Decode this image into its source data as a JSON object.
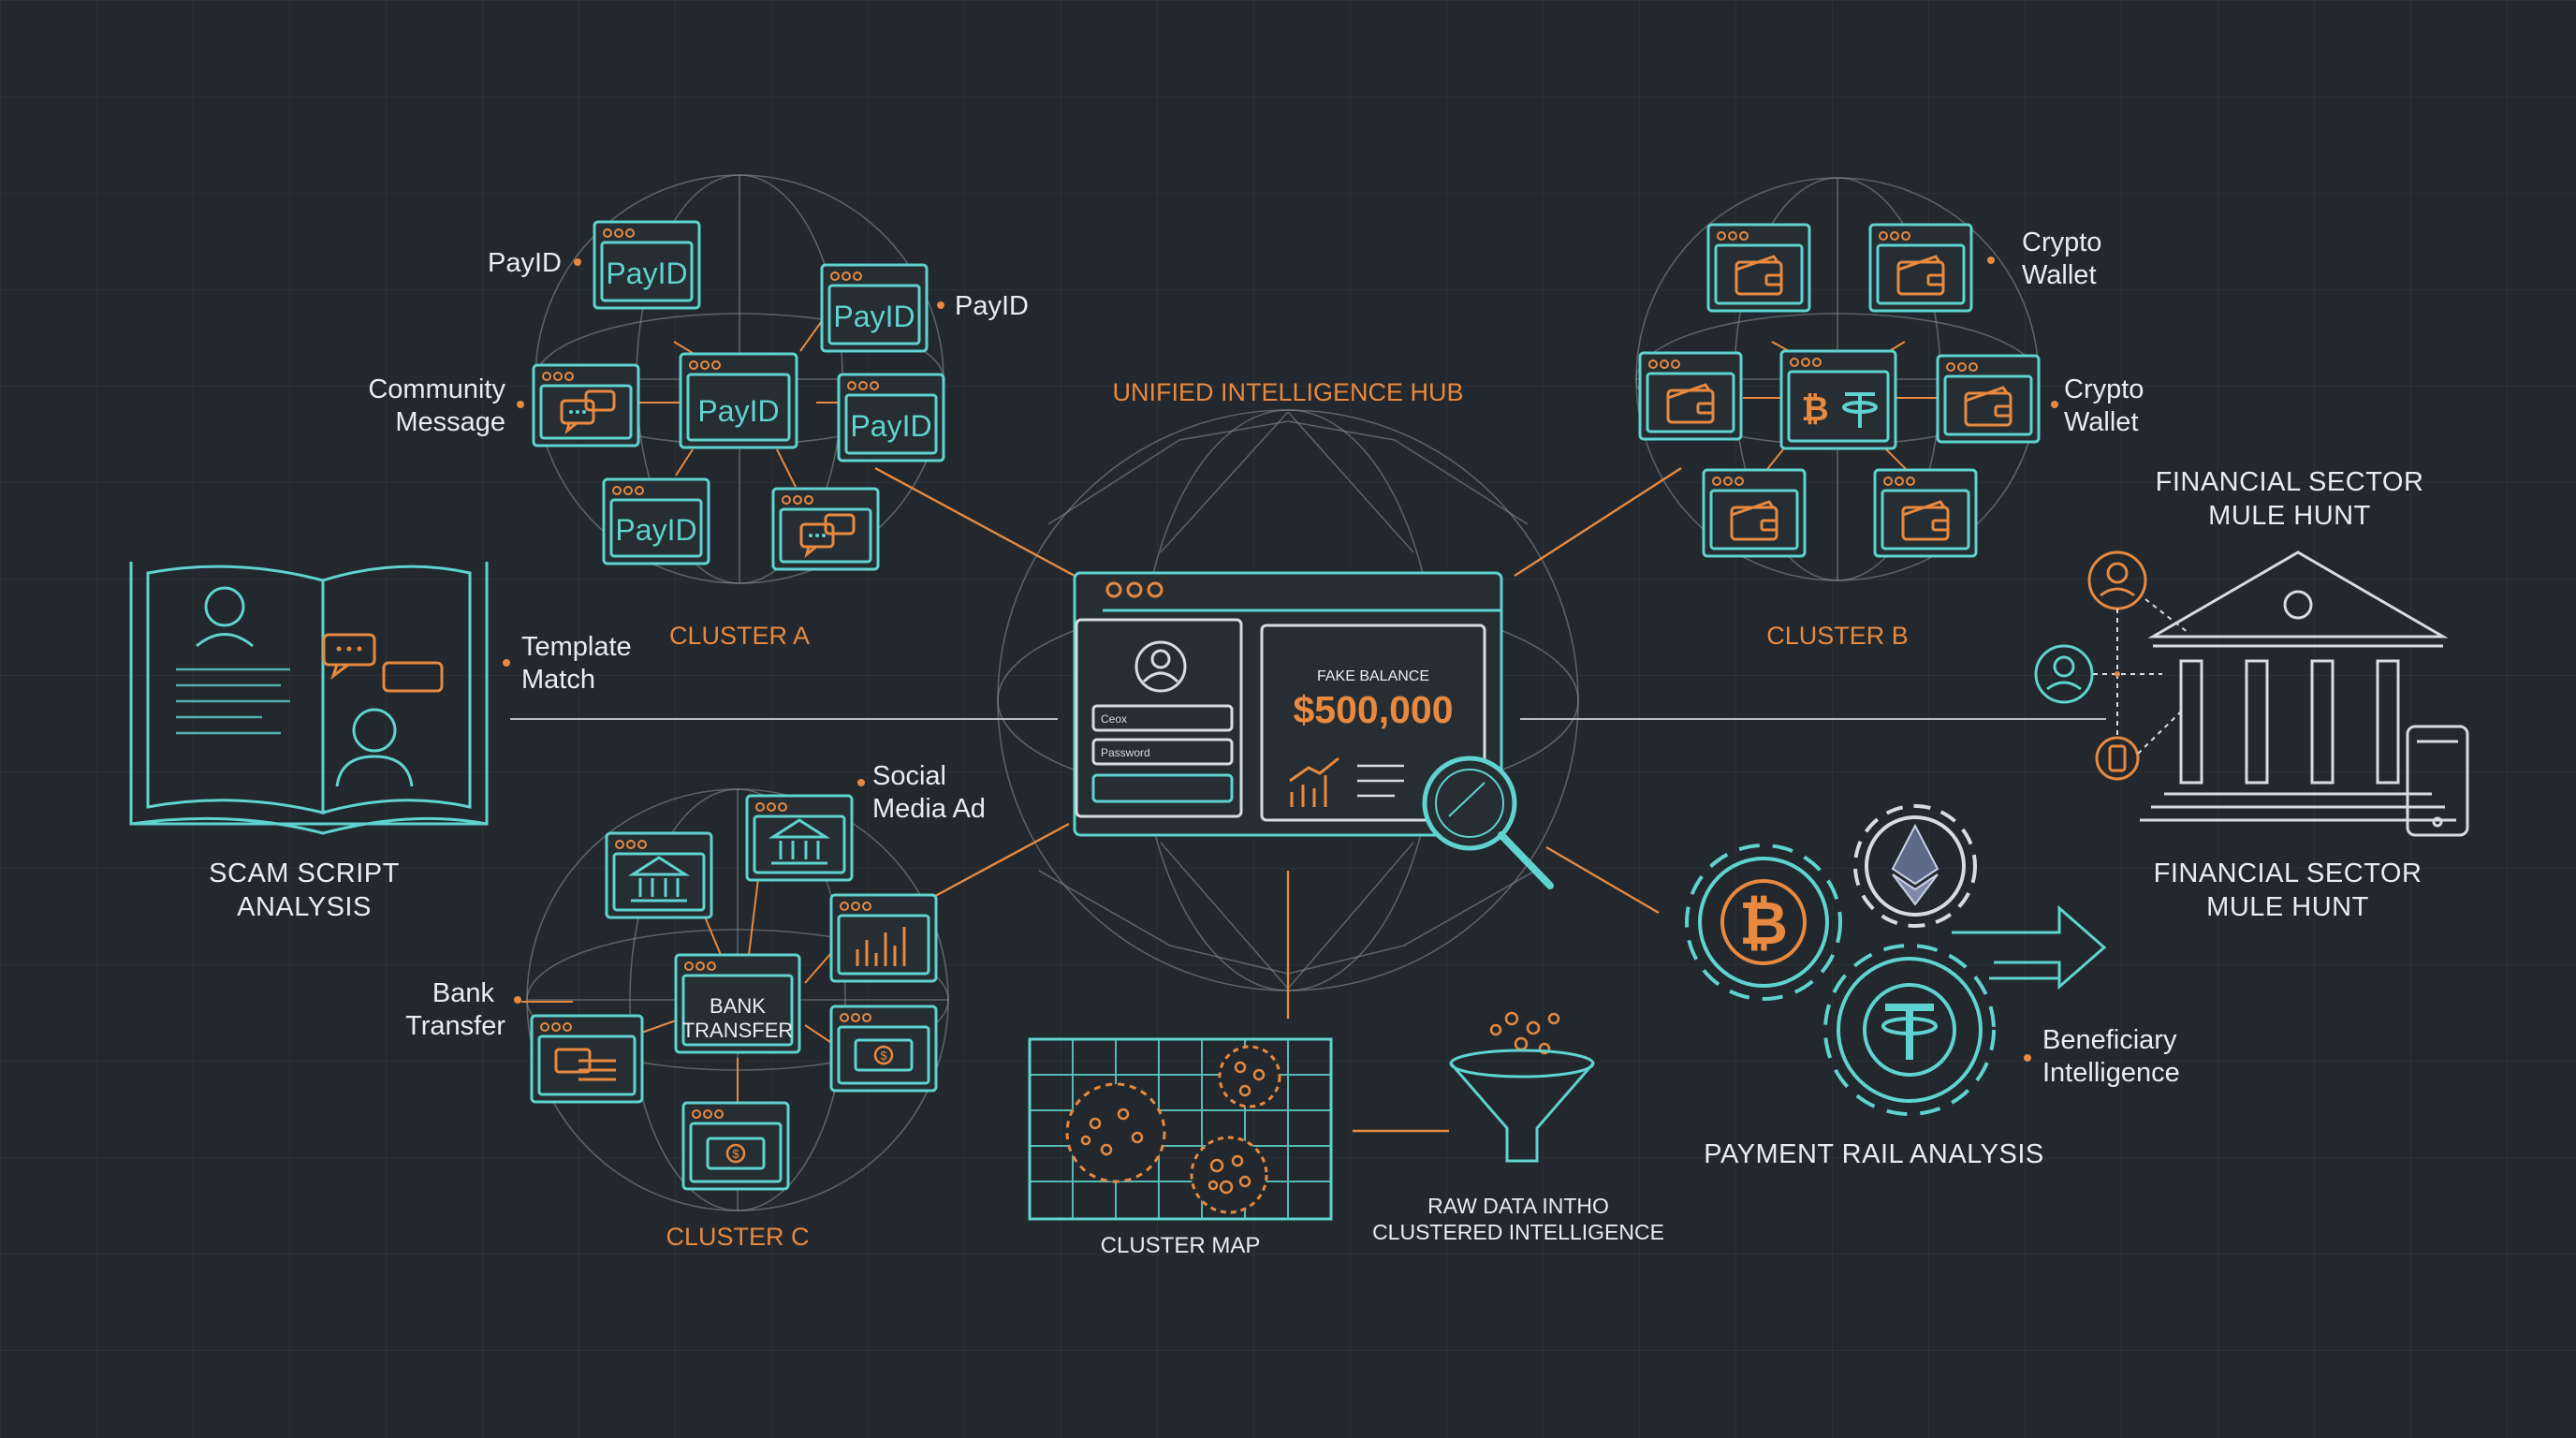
{
  "hub": {
    "title": "UNIFIED INTELLIGENCE HUB",
    "fake_balance_label": "FAKE BALANCE",
    "balance": "$500,000",
    "login_field_1": "Ceox",
    "login_field_2": "Password"
  },
  "cluster_a": {
    "title": "CLUSTER A",
    "node_label": "PayID",
    "labels": [
      "PayID",
      "PayID",
      "Community",
      "Message"
    ]
  },
  "cluster_b": {
    "title": "CLUSTER B",
    "labels": [
      "Crypto",
      "Wallet",
      "Crypto",
      "Wallet"
    ]
  },
  "cluster_c": {
    "title": "CLUSTER C",
    "center_node": [
      "BANK",
      "TRANSFER"
    ],
    "labels": [
      "Social",
      "Media Ad",
      "Bank",
      "Transfer"
    ]
  },
  "scam_script": {
    "title": [
      "SCAM SCRIPT",
      "ANALYSIS"
    ],
    "side_label": [
      "Template",
      "Match"
    ]
  },
  "financial_sector": {
    "title_top": [
      "FINANCIAL SECTOR",
      "MULE HUNT"
    ],
    "title_bottom": [
      "FINANCIAL SECTOR",
      "MULE HUNT"
    ]
  },
  "payment_rail": {
    "title": "PAYMENT RAIL ANALYSIS",
    "side_label": [
      "Beneficiary",
      "Intelligence"
    ]
  },
  "cluster_map": {
    "title": "CLUSTER MAP"
  },
  "funnel": {
    "title": [
      "RAW DATA INTHO",
      "CLUSTERED INTELLIGENCE"
    ]
  },
  "colors": {
    "background": "#22282d",
    "teal": "#5fd3cf",
    "orange": "#e8893f",
    "text": "#e9edf0"
  }
}
